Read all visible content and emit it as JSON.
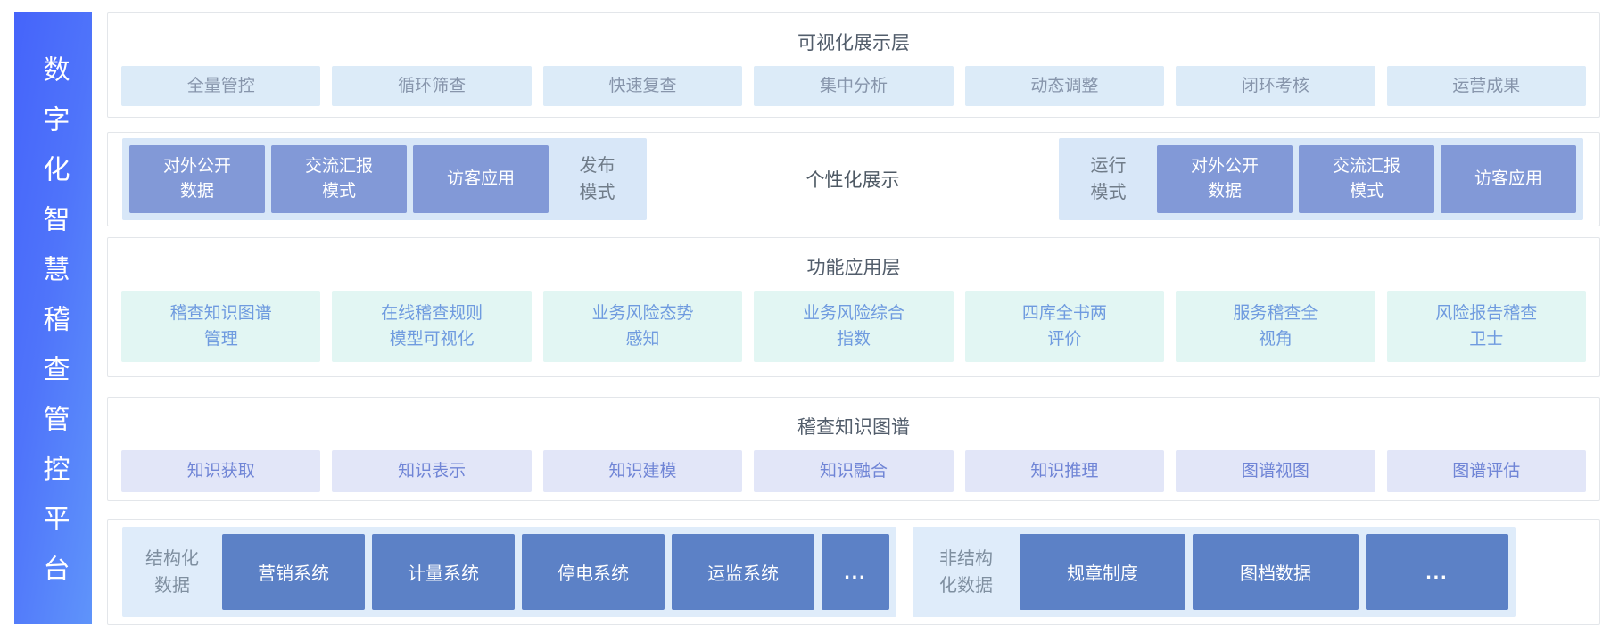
{
  "platform": {
    "title": "数字化智慧稽查管控平台"
  },
  "colors": {
    "sidebar_gradient_start": "#4564fa",
    "sidebar_gradient_end": "#5f94fa",
    "card_border": "#e3e6ea",
    "layer1_chip_bg": "#dcebf8",
    "layer1_chip_text": "#8795ab",
    "layer2_group_bg": "#d8e7f8",
    "layer2_box_bg": "#8299d7",
    "layer3_chip_bg": "#e2f6f3",
    "layer3_chip_text": "#6f9bdf",
    "layer4_chip_bg": "#e2e6f8",
    "layer4_chip_text": "#7085d6",
    "layer5_group_bg": "#dfecfa",
    "layer5_box_bg": "#5c81c6",
    "title_text": "#525d6b"
  },
  "layer1": {
    "title": "可视化展示层",
    "items": [
      "全量管控",
      "循环筛查",
      "快速复查",
      "集中分析",
      "动态调整",
      "闭环考核",
      "运营成果"
    ]
  },
  "layer2": {
    "publish_group": {
      "boxes": [
        "对外公开\n数据",
        "交流汇报\n模式",
        "访客应用"
      ],
      "label": "发布\n模式"
    },
    "center_label": "个性化展示",
    "run_group": {
      "label": "运行\n模式",
      "boxes": [
        "对外公开\n数据",
        "交流汇报\n模式",
        "访客应用"
      ]
    }
  },
  "layer3": {
    "title": "功能应用层",
    "items": [
      "稽查知识图谱\n管理",
      "在线稽查规则\n模型可视化",
      "业务风险态势\n感知",
      "业务风险综合\n指数",
      "四库全书两\n评价",
      "服务稽查全\n视角",
      "风险报告稽查\n卫士"
    ]
  },
  "layer4": {
    "title": "稽查知识图谱",
    "items": [
      "知识获取",
      "知识表示",
      "知识建模",
      "知识融合",
      "知识推理",
      "图谱视图",
      "图谱评估"
    ]
  },
  "layer5": {
    "structured": {
      "label": "结构化\n数据",
      "systems": [
        "营销系统",
        "计量系统",
        "停电系统",
        "运监系统",
        "..."
      ]
    },
    "unstructured": {
      "label": "非结构\n化数据",
      "systems": [
        "规章制度",
        "图档数据",
        "..."
      ]
    }
  }
}
